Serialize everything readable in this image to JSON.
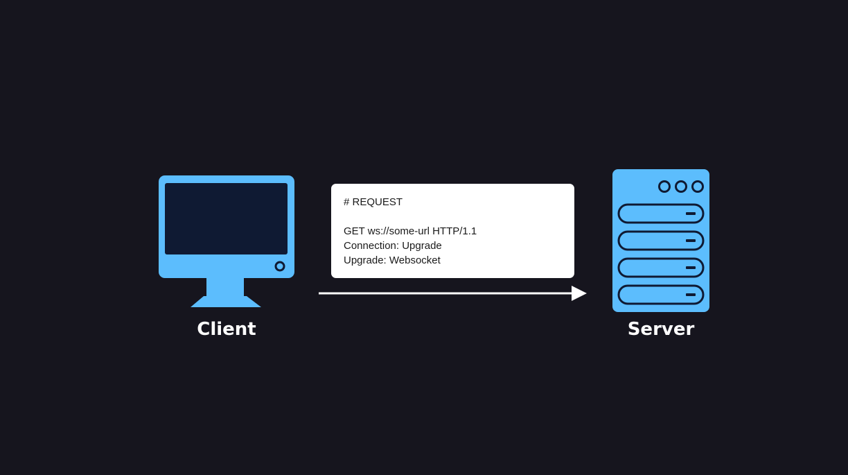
{
  "diagram": {
    "client": {
      "label": "Client",
      "icon": "monitor-icon",
      "color": "#5cbdfd"
    },
    "server": {
      "label": "Server",
      "icon": "server-rack-icon",
      "color": "#5cbdfd"
    },
    "request": {
      "heading": "# REQUEST",
      "lines": [
        "GET ws://some-url HTTP/1.1",
        "Connection: Upgrade",
        "Upgrade: Websocket"
      ]
    },
    "arrow": {
      "direction": "client-to-server",
      "color": "#ffffff"
    },
    "background_color": "#16151e"
  }
}
